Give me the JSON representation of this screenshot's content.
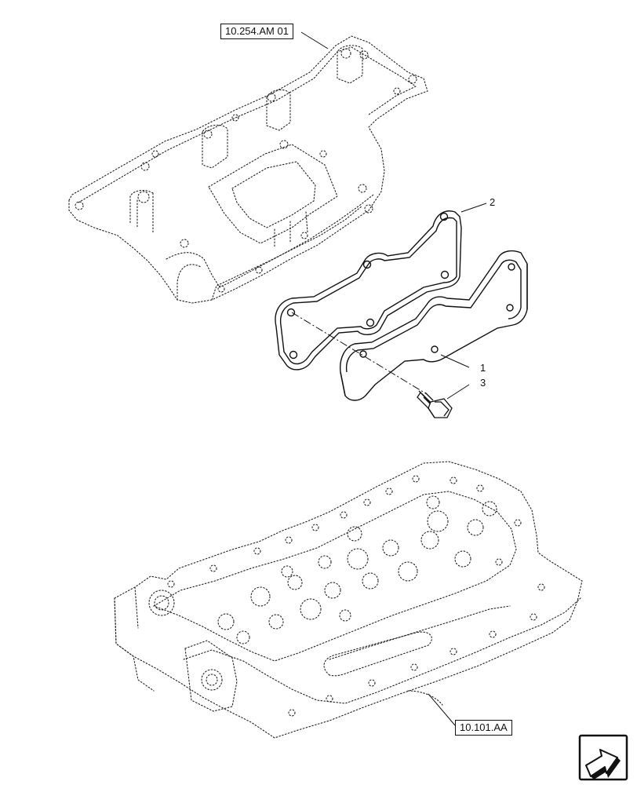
{
  "references": {
    "top": "10.254.AM 01",
    "bottom": "10.101.AA"
  },
  "callouts": {
    "gasket": "2",
    "plate": "1",
    "bolt": "3"
  },
  "icons": {
    "navigation": "next-page-arrow-icon"
  }
}
